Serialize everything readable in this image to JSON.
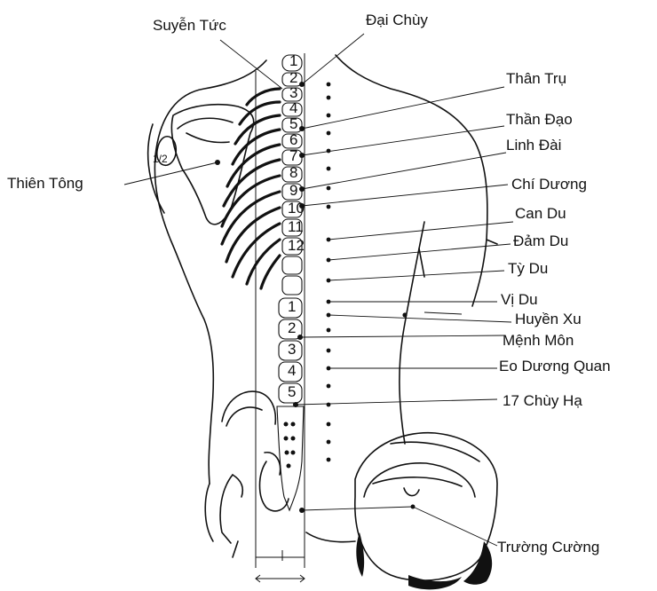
{
  "labels": {
    "suyen_tuc": "Suyễn Tức",
    "dai_chuy": "Đại Chùy",
    "than_tru": "Thân Trụ",
    "than_dao": "Thần Đạo",
    "linh_dai": "Linh Đài",
    "thien_tong": "Thiên Tông",
    "chi_duong": "Chí Dương",
    "can_du": "Can Du",
    "dam_du": "Đảm Du",
    "ty_du": "Tỳ Du",
    "vi_du": "Vị Du",
    "huyen_xu": "Huyền Xu",
    "menh_mon": "Mệnh Môn",
    "eo_duong_quan": "Eo Dương Quan",
    "chuy_ha_17": "17 Chùy Hạ",
    "truong_cuong": "Trường Cường"
  },
  "scapula_mark": "1/2",
  "thoracic_numbers": [
    "1",
    "2",
    "3",
    "4",
    "5",
    "6",
    "7",
    "8",
    "9",
    "10",
    "11",
    "12"
  ],
  "lumbar_numbers": [
    "1",
    "2",
    "3",
    "4",
    "5"
  ],
  "colors": {
    "line": "#111111",
    "background": "#ffffff"
  }
}
